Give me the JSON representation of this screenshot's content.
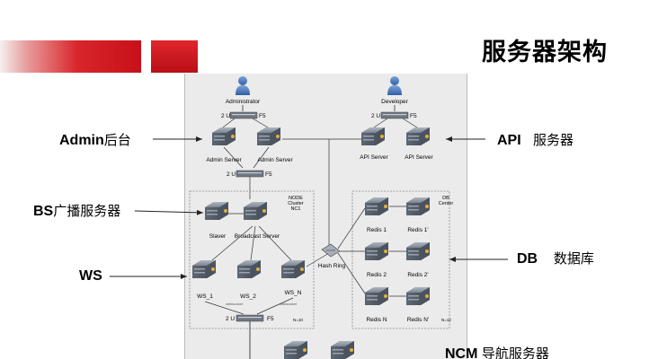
{
  "slide": {
    "title": "服务器架构"
  },
  "labels": {
    "admin_en": "Admin",
    "admin_cn": "后台",
    "api_en": "API",
    "api_cn": "服务器",
    "bs_en": "BS",
    "bs_cn": "广播服务器",
    "ws": "WS",
    "db_en": "DB",
    "db_cn": "数据库",
    "ncm_en": "NCM",
    "ncm_cn": "导航服务器"
  },
  "diagram": {
    "administrator": "Administrator",
    "developer": "Developer",
    "lb_admin": "2 U",
    "lb_admin_f5": "F5",
    "lb_dev": "2 U",
    "lb_dev_f5": "F5",
    "admin_server_1": "Admin Server",
    "admin_server_2": "Admin Server",
    "api_server_1": "API Server",
    "api_server_2": "API Server",
    "lb_mid": "2 U",
    "lb_mid_f5": "F5",
    "node_cluster_l1": "NODE",
    "node_cluster_l2": "Cluster",
    "node_cluster_l3": "NC1",
    "slaver": "Slaver",
    "broadcast_server": "Broadcast Server",
    "ws_1": "WS_1",
    "ws_2": "WS_2",
    "ws_n": "WS_N",
    "lb_ws": "2 U",
    "lb_ws_f5": "F5",
    "n_node": "N=10",
    "hash_ring": "Hash Ring",
    "db_center_l1": "DB",
    "db_center_l2": "Center",
    "redis_1": "Redis 1",
    "redis_1b": "Redis 1'",
    "redis_2": "Redis 2",
    "redis_2b": "Redis 2'",
    "redis_n": "Redis N",
    "redis_nb": "Redis N'",
    "n_db": "N=12"
  }
}
